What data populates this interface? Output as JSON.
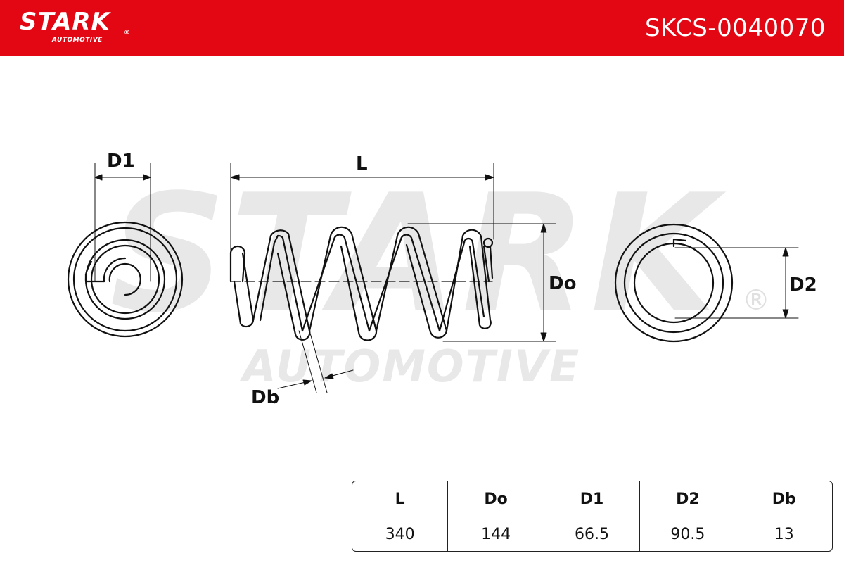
{
  "header": {
    "brand": "STARK",
    "brand_sub": "AUTOMOTIVE",
    "brand_reg": "®",
    "part_number": "SKCS-0040070",
    "brand_color": "#e30613"
  },
  "watermark": {
    "main": "STARK",
    "sub": "AUTOMOTIVE",
    "reg": "®"
  },
  "labels": {
    "d1": "D1",
    "l": "L",
    "do": "Do",
    "d2": "D2",
    "db": "Db"
  },
  "specs": {
    "headers": [
      "L",
      "Do",
      "D1",
      "D2",
      "Db"
    ],
    "values": [
      "340",
      "144",
      "66.5",
      "90.5",
      "13"
    ]
  }
}
